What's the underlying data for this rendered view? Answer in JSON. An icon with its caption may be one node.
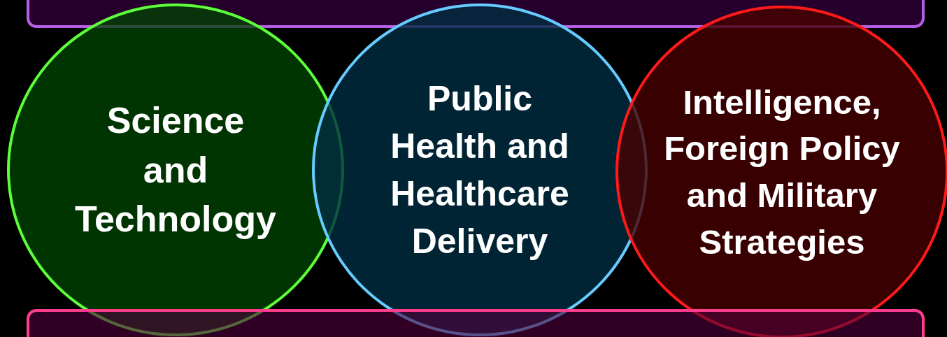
{
  "diagram": {
    "nodes": [
      {
        "text": [],
        "shape": "bar"
      },
      {
        "text": [
          "Science and Technology"
        ]
      },
      {
        "text": [
          "Public Health and Healthcare Delivery"
        ]
      },
      {
        "text": [
          "Intelligence, Foreign Policy and Military Strategies"
        ]
      },
      {
        "text": [],
        "shape": "bar"
      }
    ]
  }
}
